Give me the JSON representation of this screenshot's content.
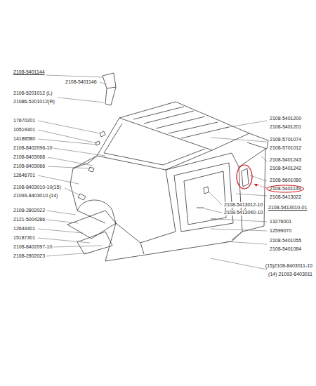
{
  "diagram": {
    "nodes": [
      {
        "text": [
          "2108-5401149"
        ]
      }
    ],
    "labels": [
      "2108-5401144",
      "2108-5401146",
      "2108-5201012 (L)",
      "21086-5201012(R)",
      "17670201",
      "10519301",
      "14188580",
      "2108-8402096-10",
      "2108-8403068",
      "2108-8403066",
      "12646701",
      "2108-8403010-10(15)",
      "21093-8403010  (14)",
      "2108-2802022",
      "2121-5004286",
      "12644401",
      "15187301",
      "2108-8402097-10",
      "2108-2802023",
      "2108-5401200",
      "2108-5401201",
      "2108-5701074",
      "2108-5701012",
      "2108-5401243",
      "2108-5401242",
      "2108-5601080",
      "2108-5413022",
      "2108-5413012-10",
      "2108-5413010-01",
      "2108-5413040-10",
      "13276001",
      "12599070",
      "2108-5401055",
      "2108-5401084",
      "(15)2108-8403011-10",
      "(14) 21093-8403011"
    ]
  }
}
